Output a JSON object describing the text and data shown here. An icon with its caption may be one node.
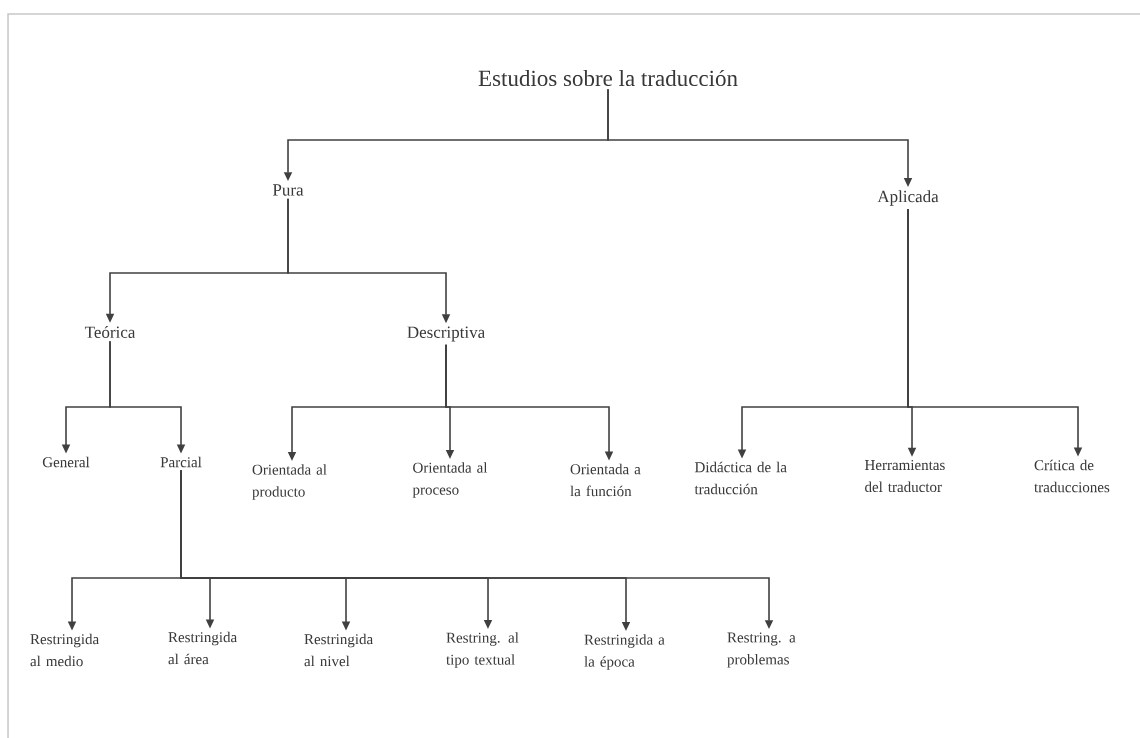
{
  "diagram": {
    "nodes": [
      {
        "text": [
          "Estudios sobre la traducción"
        ]
      },
      {
        "text": [
          "Pura"
        ]
      },
      {
        "text": [
          "Aplicada"
        ]
      },
      {
        "text": [
          "Teórica"
        ]
      },
      {
        "text": [
          "Descriptiva"
        ]
      },
      {
        "text": [
          "General"
        ]
      },
      {
        "text": [
          "Parcial"
        ]
      },
      {
        "text": [
          "Orientada al producto"
        ]
      },
      {
        "text": [
          "Orientada al proceso"
        ]
      },
      {
        "text": [
          "Orientada a la función"
        ]
      },
      {
        "text": [
          "Didáctica de la traducción"
        ]
      },
      {
        "text": [
          "Herramientas del traductor"
        ]
      },
      {
        "text": [
          "Crítica de traducciones"
        ]
      },
      {
        "text": [
          "Restringida al medio"
        ]
      },
      {
        "text": [
          "Restringida al área"
        ]
      },
      {
        "text": [
          "Restringida al nivel"
        ]
      },
      {
        "text": [
          "Restring. al tipo textual"
        ]
      },
      {
        "text": [
          "Restringida a la época"
        ]
      },
      {
        "text": [
          "Restring. a problemas"
        ]
      }
    ],
    "edges": [
      {
        "from": 0,
        "to": 1,
        "arrow": "to"
      },
      {
        "from": 0,
        "to": 2,
        "arrow": "to"
      },
      {
        "from": 1,
        "to": 3,
        "arrow": "to"
      },
      {
        "from": 1,
        "to": 4,
        "arrow": "to"
      },
      {
        "from": 3,
        "to": 5,
        "arrow": "to"
      },
      {
        "from": 3,
        "to": 6,
        "arrow": "to"
      },
      {
        "from": 4,
        "to": 7,
        "arrow": "to"
      },
      {
        "from": 4,
        "to": 8,
        "arrow": "to"
      },
      {
        "from": 4,
        "to": 9,
        "arrow": "to"
      },
      {
        "from": 2,
        "to": 10,
        "arrow": "to"
      },
      {
        "from": 2,
        "to": 11,
        "arrow": "to"
      },
      {
        "from": 2,
        "to": 12,
        "arrow": "to"
      },
      {
        "from": 6,
        "to": 13,
        "arrow": "to"
      },
      {
        "from": 6,
        "to": 14,
        "arrow": "to"
      },
      {
        "from": 6,
        "to": 15,
        "arrow": "to"
      },
      {
        "from": 6,
        "to": 16,
        "arrow": "to"
      },
      {
        "from": 6,
        "to": 17,
        "arrow": "to"
      },
      {
        "from": 6,
        "to": 18,
        "arrow": "to"
      }
    ]
  }
}
